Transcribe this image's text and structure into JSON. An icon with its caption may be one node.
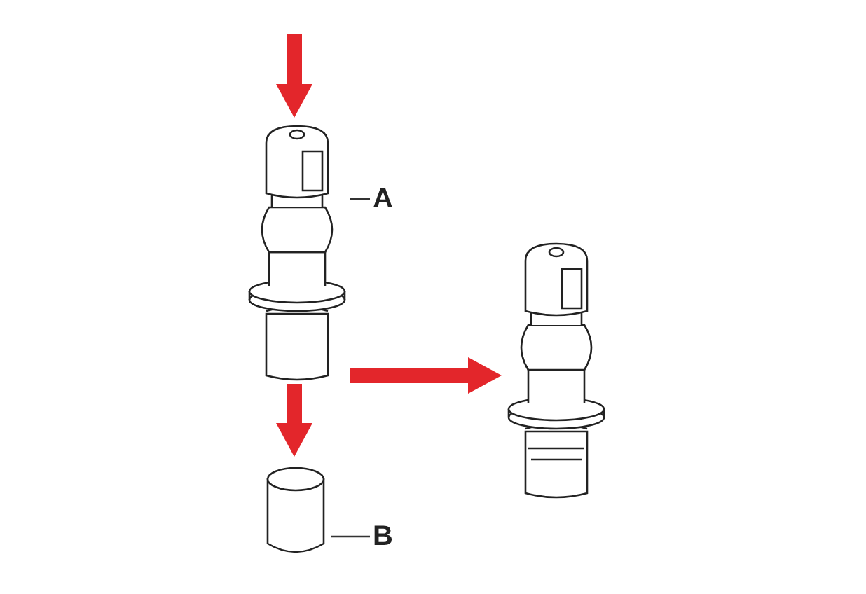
{
  "diagram": {
    "nodes": [
      {
        "text": [],
        "shape": "picture"
      },
      {
        "text": [
          "A"
        ]
      },
      {
        "text": [],
        "shape": "picture"
      },
      {
        "text": [],
        "shape": "cylinder"
      },
      {
        "text": [
          "B"
        ]
      }
    ],
    "edges": [
      {
        "from": null,
        "to": 0,
        "arrow": "to"
      },
      {
        "from": 1,
        "to": 0,
        "arrow": "none",
        "color": "#333333"
      },
      {
        "from": 0,
        "to": 2,
        "arrow": "to"
      },
      {
        "from": 0,
        "to": 3,
        "arrow": "to"
      },
      {
        "from": 4,
        "to": 3,
        "arrow": "none",
        "color": "#333333"
      }
    ]
  }
}
